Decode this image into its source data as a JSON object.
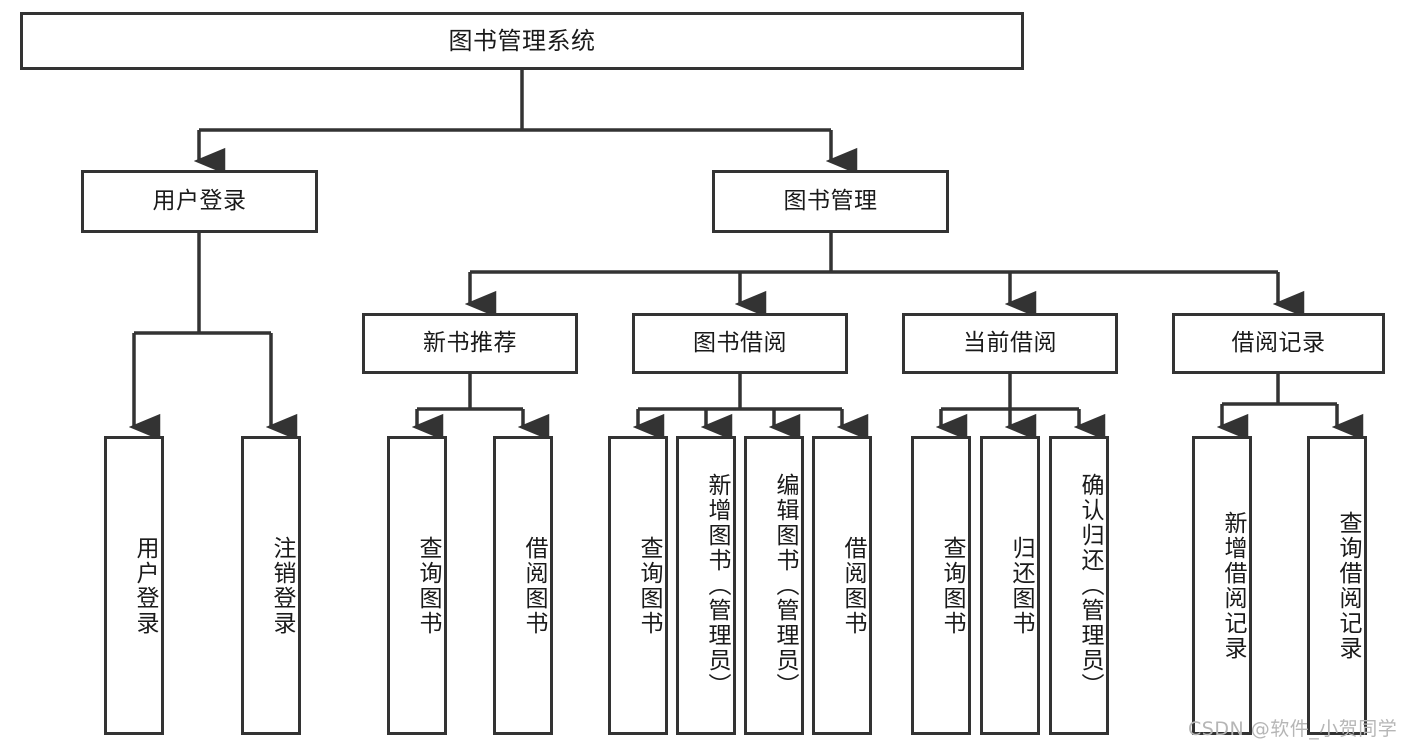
{
  "diagram": {
    "title": "图书管理系统",
    "watermark": "CSDN @软件_小贺同学",
    "line_color": "#333333",
    "box_border_color": "#333333",
    "box_fill_color": "#ffffff",
    "text_color": "#1a1a1a",
    "levels": {
      "root": "图书管理系统",
      "level2": [
        "用户登录",
        "图书管理"
      ],
      "level3": [
        "新书推荐",
        "图书借阅",
        "当前借阅",
        "借阅记录"
      ]
    },
    "nodes": {
      "root": "图书管理系统",
      "user_login": "用户登录",
      "book_manage": "图书管理",
      "new_book_rec": "新书推荐",
      "book_borrow": "图书借阅",
      "current_borrow": "当前借阅",
      "borrow_record": "借阅记录",
      "leaf_user_login": "用户登录",
      "leaf_user_logout": "注销登录",
      "leaf_rec_query_book": "查询图书",
      "leaf_rec_borrow_book": "借阅图书",
      "leaf_borrow_query_book": "查询图书",
      "leaf_borrow_add_book": "新增图书（管理员）",
      "leaf_borrow_edit_book": "编辑图书（管理员）",
      "leaf_borrow_borrow_book": "借阅图书",
      "leaf_cur_query_book": "查询图书",
      "leaf_cur_return_book": "归还图书",
      "leaf_cur_confirm_return": "确认归还（管理员）",
      "leaf_rec_add_record": "新增借阅记录",
      "leaf_rec_query_record": "查询借阅记录"
    },
    "tree": [
      {
        "label": "图书管理系统",
        "children": [
          {
            "label": "用户登录",
            "children": [
              {
                "label": "用户登录",
                "children": []
              },
              {
                "label": "注销登录",
                "children": []
              }
            ]
          },
          {
            "label": "图书管理",
            "children": [
              {
                "label": "新书推荐",
                "children": [
                  {
                    "label": "查询图书",
                    "children": []
                  },
                  {
                    "label": "借阅图书",
                    "children": []
                  }
                ]
              },
              {
                "label": "图书借阅",
                "children": [
                  {
                    "label": "查询图书",
                    "children": []
                  },
                  {
                    "label": "新增图书（管理员）",
                    "children": []
                  },
                  {
                    "label": "编辑图书（管理员）",
                    "children": []
                  },
                  {
                    "label": "借阅图书",
                    "children": []
                  }
                ]
              },
              {
                "label": "当前借阅",
                "children": [
                  {
                    "label": "查询图书",
                    "children": []
                  },
                  {
                    "label": "归还图书",
                    "children": []
                  },
                  {
                    "label": "确认归还（管理员）",
                    "children": []
                  }
                ]
              },
              {
                "label": "借阅记录",
                "children": [
                  {
                    "label": "新增借阅记录",
                    "children": []
                  },
                  {
                    "label": "查询借阅记录",
                    "children": []
                  }
                ]
              }
            ]
          }
        ]
      }
    ]
  }
}
